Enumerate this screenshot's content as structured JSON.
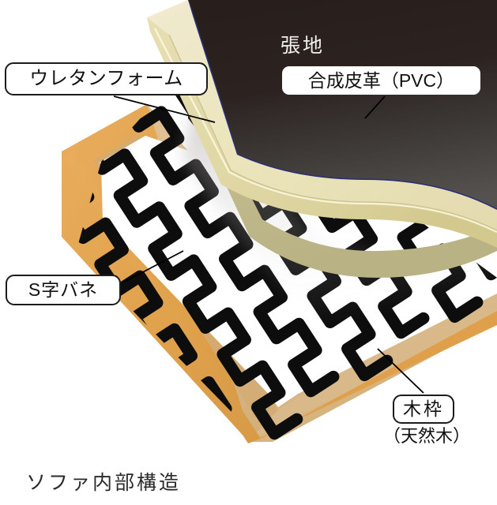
{
  "diagram": {
    "caption": "ソファ内部構造",
    "title": "ソファ内部構造",
    "background_color": "#ffffff"
  },
  "labels": {
    "urethane": {
      "text": "ウレタンフォーム",
      "meaning": "urethane-foam",
      "style": "boxed"
    },
    "fabric_heading": {
      "text": "張地",
      "meaning": "upholstery-covering",
      "style": "plain-on-dark",
      "color": "#f2f0ee"
    },
    "pvc": {
      "text": "合成皮革（PVC）",
      "meaning": "synthetic-leather-pvc",
      "style": "boxed-borderless"
    },
    "spring": {
      "text": "S字バネ",
      "meaning": "s-shaped-spring",
      "style": "boxed"
    },
    "wood": {
      "text": "木枠",
      "meaning": "wooden-frame",
      "style": "boxed"
    },
    "wood_sub": {
      "text": "（天然木）",
      "meaning": "natural-wood",
      "style": "plain"
    }
  },
  "colors": {
    "pvc_top": "#2a211e",
    "pvc_bottom": "#4f4b49",
    "pvc_edge_line": "#2b2f77",
    "foam_top": "#ece6c0",
    "foam_side": "#ded5a6",
    "foam_shadow": "#cfc79a",
    "wood_top": "#dcbb8c",
    "wood_edge": "#e3a44f",
    "wood_inner": "#d8b383",
    "spring": "#0d0d0d",
    "label_border": "#1c1c1c",
    "label_fill": "#ffffff",
    "leader_line": "#000000",
    "caption_text": "#2a2a2a",
    "page_background": "#ffffff"
  },
  "parts": [
    {
      "id": "pvc",
      "name": "合成皮革（PVC）",
      "role": "outer-cover"
    },
    {
      "id": "foam",
      "name": "ウレタンフォーム",
      "role": "cushion"
    },
    {
      "id": "springs",
      "name": "S字バネ",
      "role": "suspension"
    },
    {
      "id": "frame",
      "name": "木枠（天然木）",
      "role": "structure"
    }
  ]
}
